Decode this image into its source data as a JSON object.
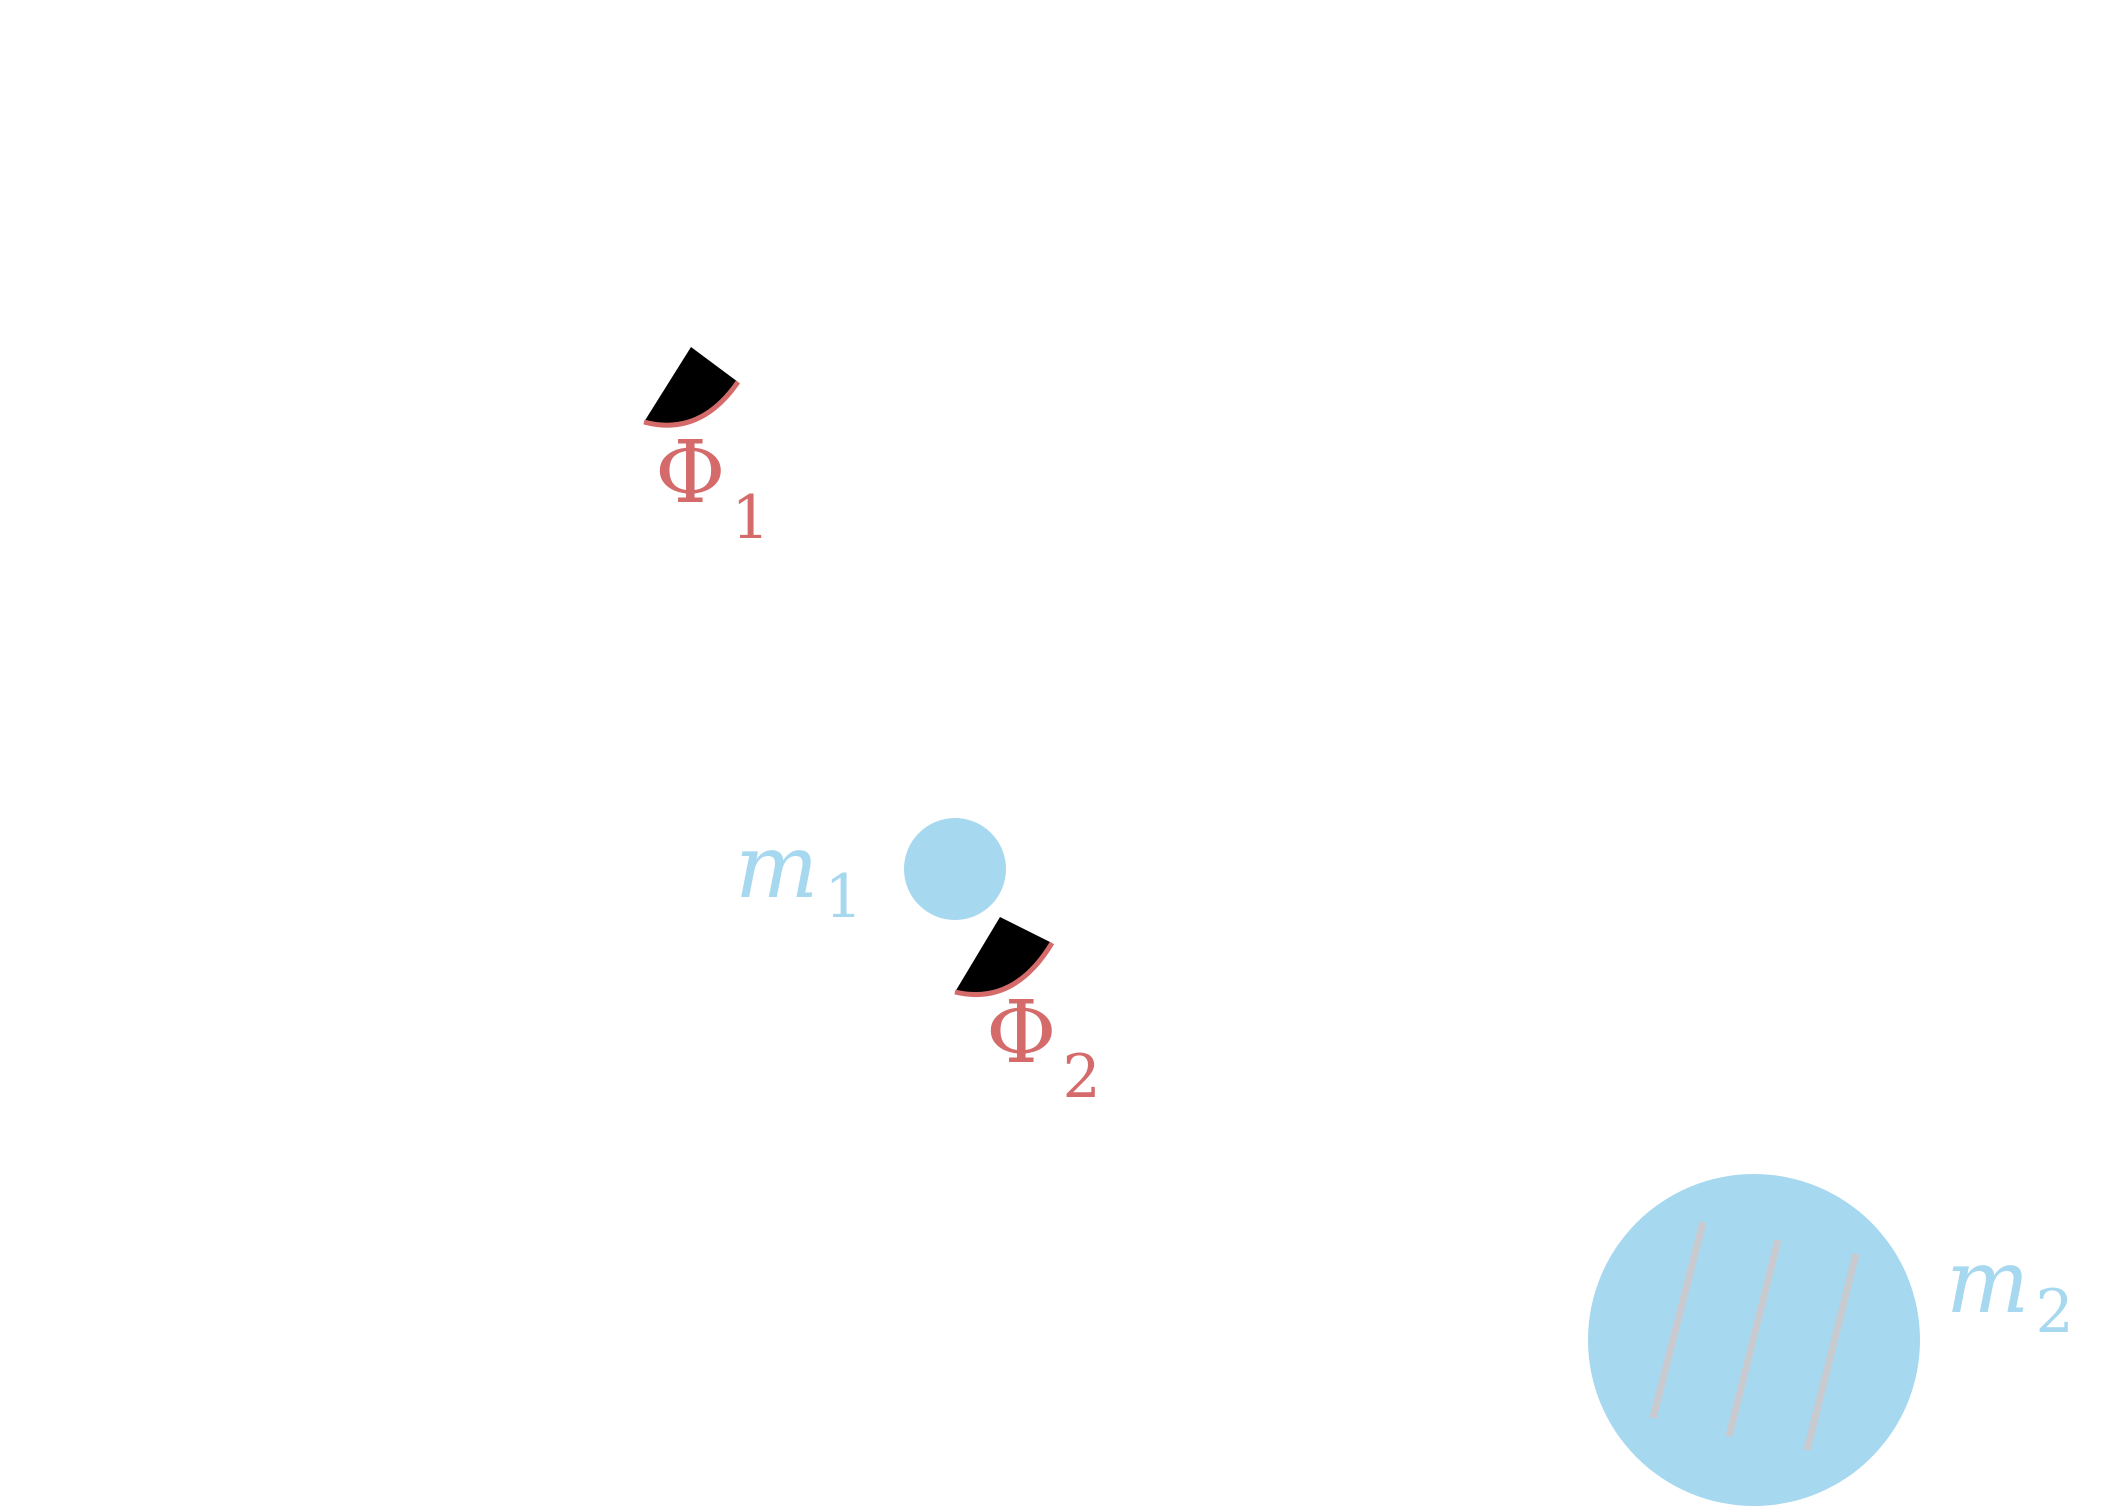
{
  "colors": {
    "background": "#ffffff",
    "mass": "#a6d8ef",
    "phi_label": "#d46a6a",
    "disk_edge": "#d46a6a",
    "disk_fill": "#000000",
    "stripe": "#c9c9d0"
  },
  "labels": {
    "phi1": {
      "symbol": "Φ",
      "sub": "1"
    },
    "phi2": {
      "symbol": "Φ",
      "sub": "2"
    },
    "m1": {
      "symbol": "m",
      "sub": "1"
    },
    "m2": {
      "symbol": "m",
      "sub": "2"
    }
  }
}
